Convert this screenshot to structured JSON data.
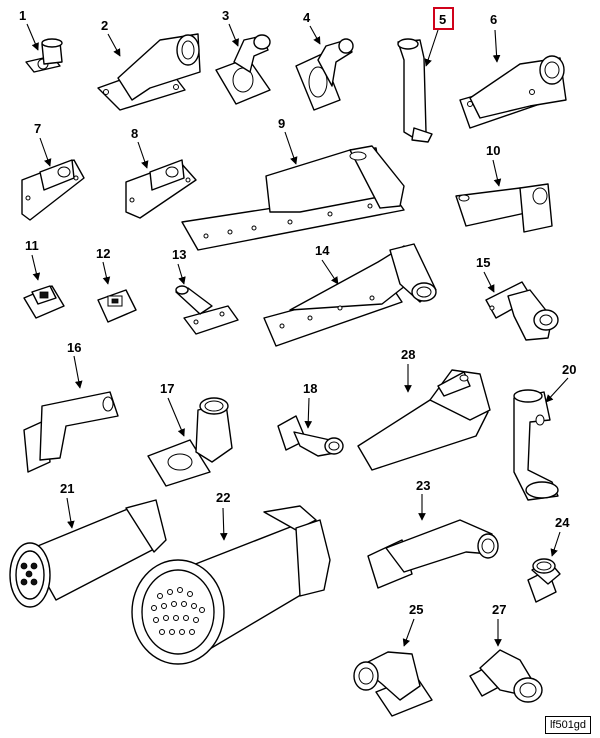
{
  "figure_code": "lf501gd",
  "highlight_color": "#d0021b",
  "parts": [
    {
      "label": "1"
    },
    {
      "label": "2"
    },
    {
      "label": "3"
    },
    {
      "label": "4"
    },
    {
      "label": "5",
      "highlighted": true
    },
    {
      "label": "6"
    },
    {
      "label": "7"
    },
    {
      "label": "8"
    },
    {
      "label": "9"
    },
    {
      "label": "10"
    },
    {
      "label": "11"
    },
    {
      "label": "12"
    },
    {
      "label": "13"
    },
    {
      "label": "14"
    },
    {
      "label": "15"
    },
    {
      "label": "16"
    },
    {
      "label": "17"
    },
    {
      "label": "18"
    },
    {
      "label": "20"
    },
    {
      "label": "21"
    },
    {
      "label": "22"
    },
    {
      "label": "23"
    },
    {
      "label": "24"
    },
    {
      "label": "25"
    },
    {
      "label": "27"
    },
    {
      "label": "28"
    }
  ]
}
